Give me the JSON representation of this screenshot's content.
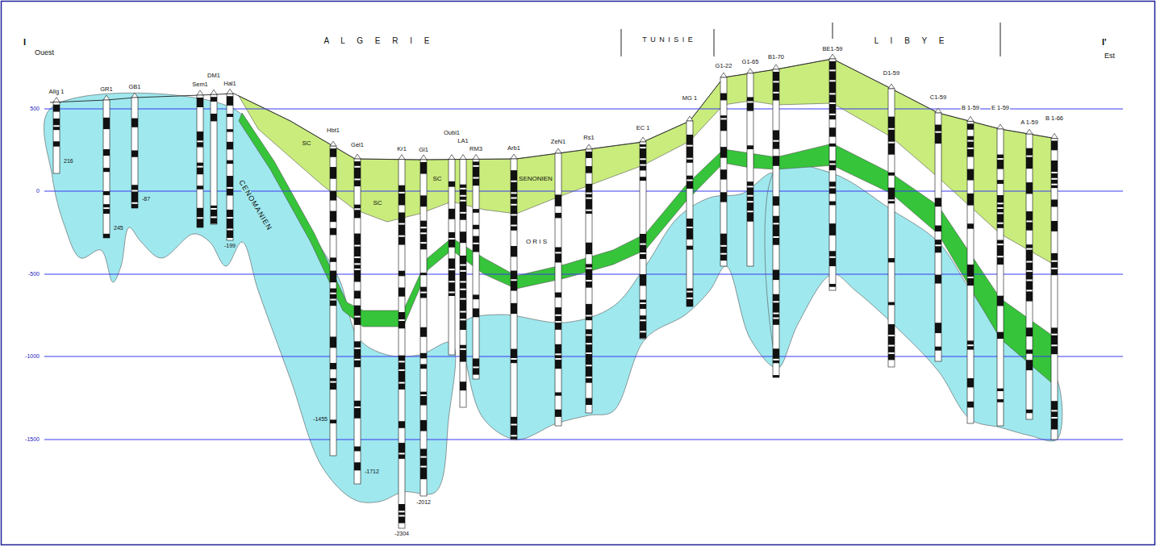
{
  "diagram": {
    "labels": [
      "I",
      "Ouest",
      "A L G E R I E",
      "T U N I S I E",
      "L I B Y E",
      "I'",
      "Est",
      "500",
      "0",
      "-500",
      "-1000",
      "-1500",
      "Allg 1",
      "GR1",
      "GB1",
      "Sem1",
      "DM1",
      "Hal1",
      "Hbt1",
      "Gel1",
      "Kr1",
      "Gl1",
      "Oubi1",
      "LA1",
      "RM3",
      "Arb1",
      "ZeN1",
      "Rs1",
      "EC 1",
      "MG 1",
      "G1-22",
      "G1-65",
      "B1-70",
      "BE1-59",
      "D1-59",
      "C1-59",
      "B 1-59",
      "E 1-59",
      "A 1-59",
      "B 1-66",
      "CENOMANIEN",
      "SC",
      "SC",
      "SC",
      "SENONIEN",
      "O R I S",
      "216",
      "245",
      "-87",
      "-199",
      "-1455",
      "-1712",
      "-2304",
      "-2012"
    ]
  }
}
